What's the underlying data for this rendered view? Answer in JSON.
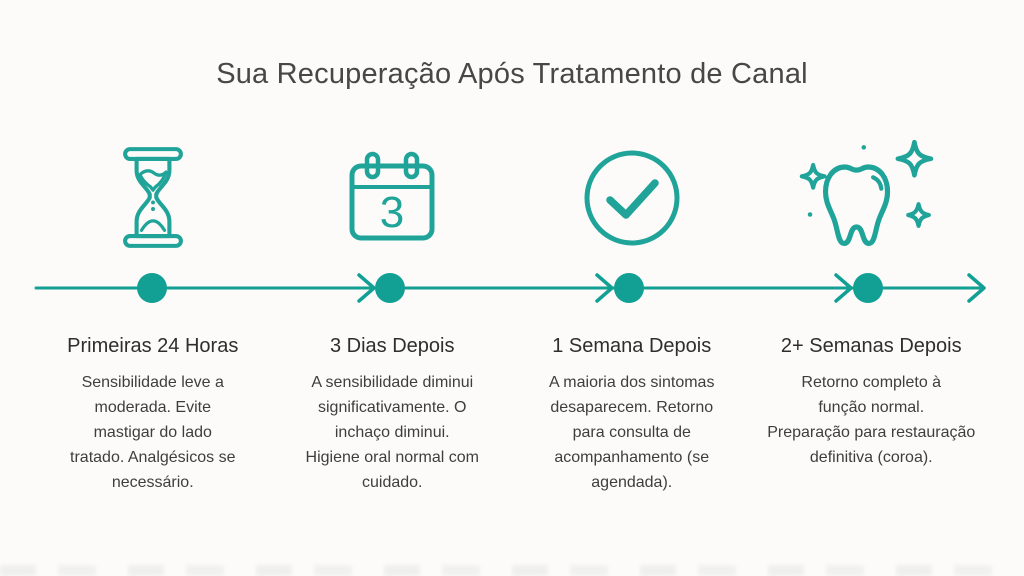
{
  "title": "Sua Recuperação Após Tratamento de Canal",
  "theme": {
    "teal_line": "#13a094",
    "teal_icon": "#20a499",
    "text_dark": "#2e2e2e",
    "background": "#fcfbfa"
  },
  "stages": [
    {
      "icon": "hourglass-icon",
      "heading": "Primeiras 24 Horas",
      "description": "Sensibilidade leve a\nmoderada. Evite\nmastigar do lado\ntratado. Analgésicos se\nnecessário."
    },
    {
      "icon": "calendar-3-icon",
      "calendar_number": "3",
      "heading": "3 Dias Depois",
      "description": "A sensibilidade diminui\nsignificativamente. O\ninchaço diminui.\nHigiene oral normal com\ncuidado."
    },
    {
      "icon": "check-circle-icon",
      "heading": "1 Semana Depois",
      "description": "A maioria dos sintomas\ndesaparecem. Retorno\npara consulta de\nacompanhamento (se\nagendada)."
    },
    {
      "icon": "tooth-sparkle-icon",
      "heading": "2+ Semanas Depois",
      "description": "Retorno completo à\nfunção normal.\nPreparação para restauração\ndefinitiva (coroa)."
    }
  ]
}
